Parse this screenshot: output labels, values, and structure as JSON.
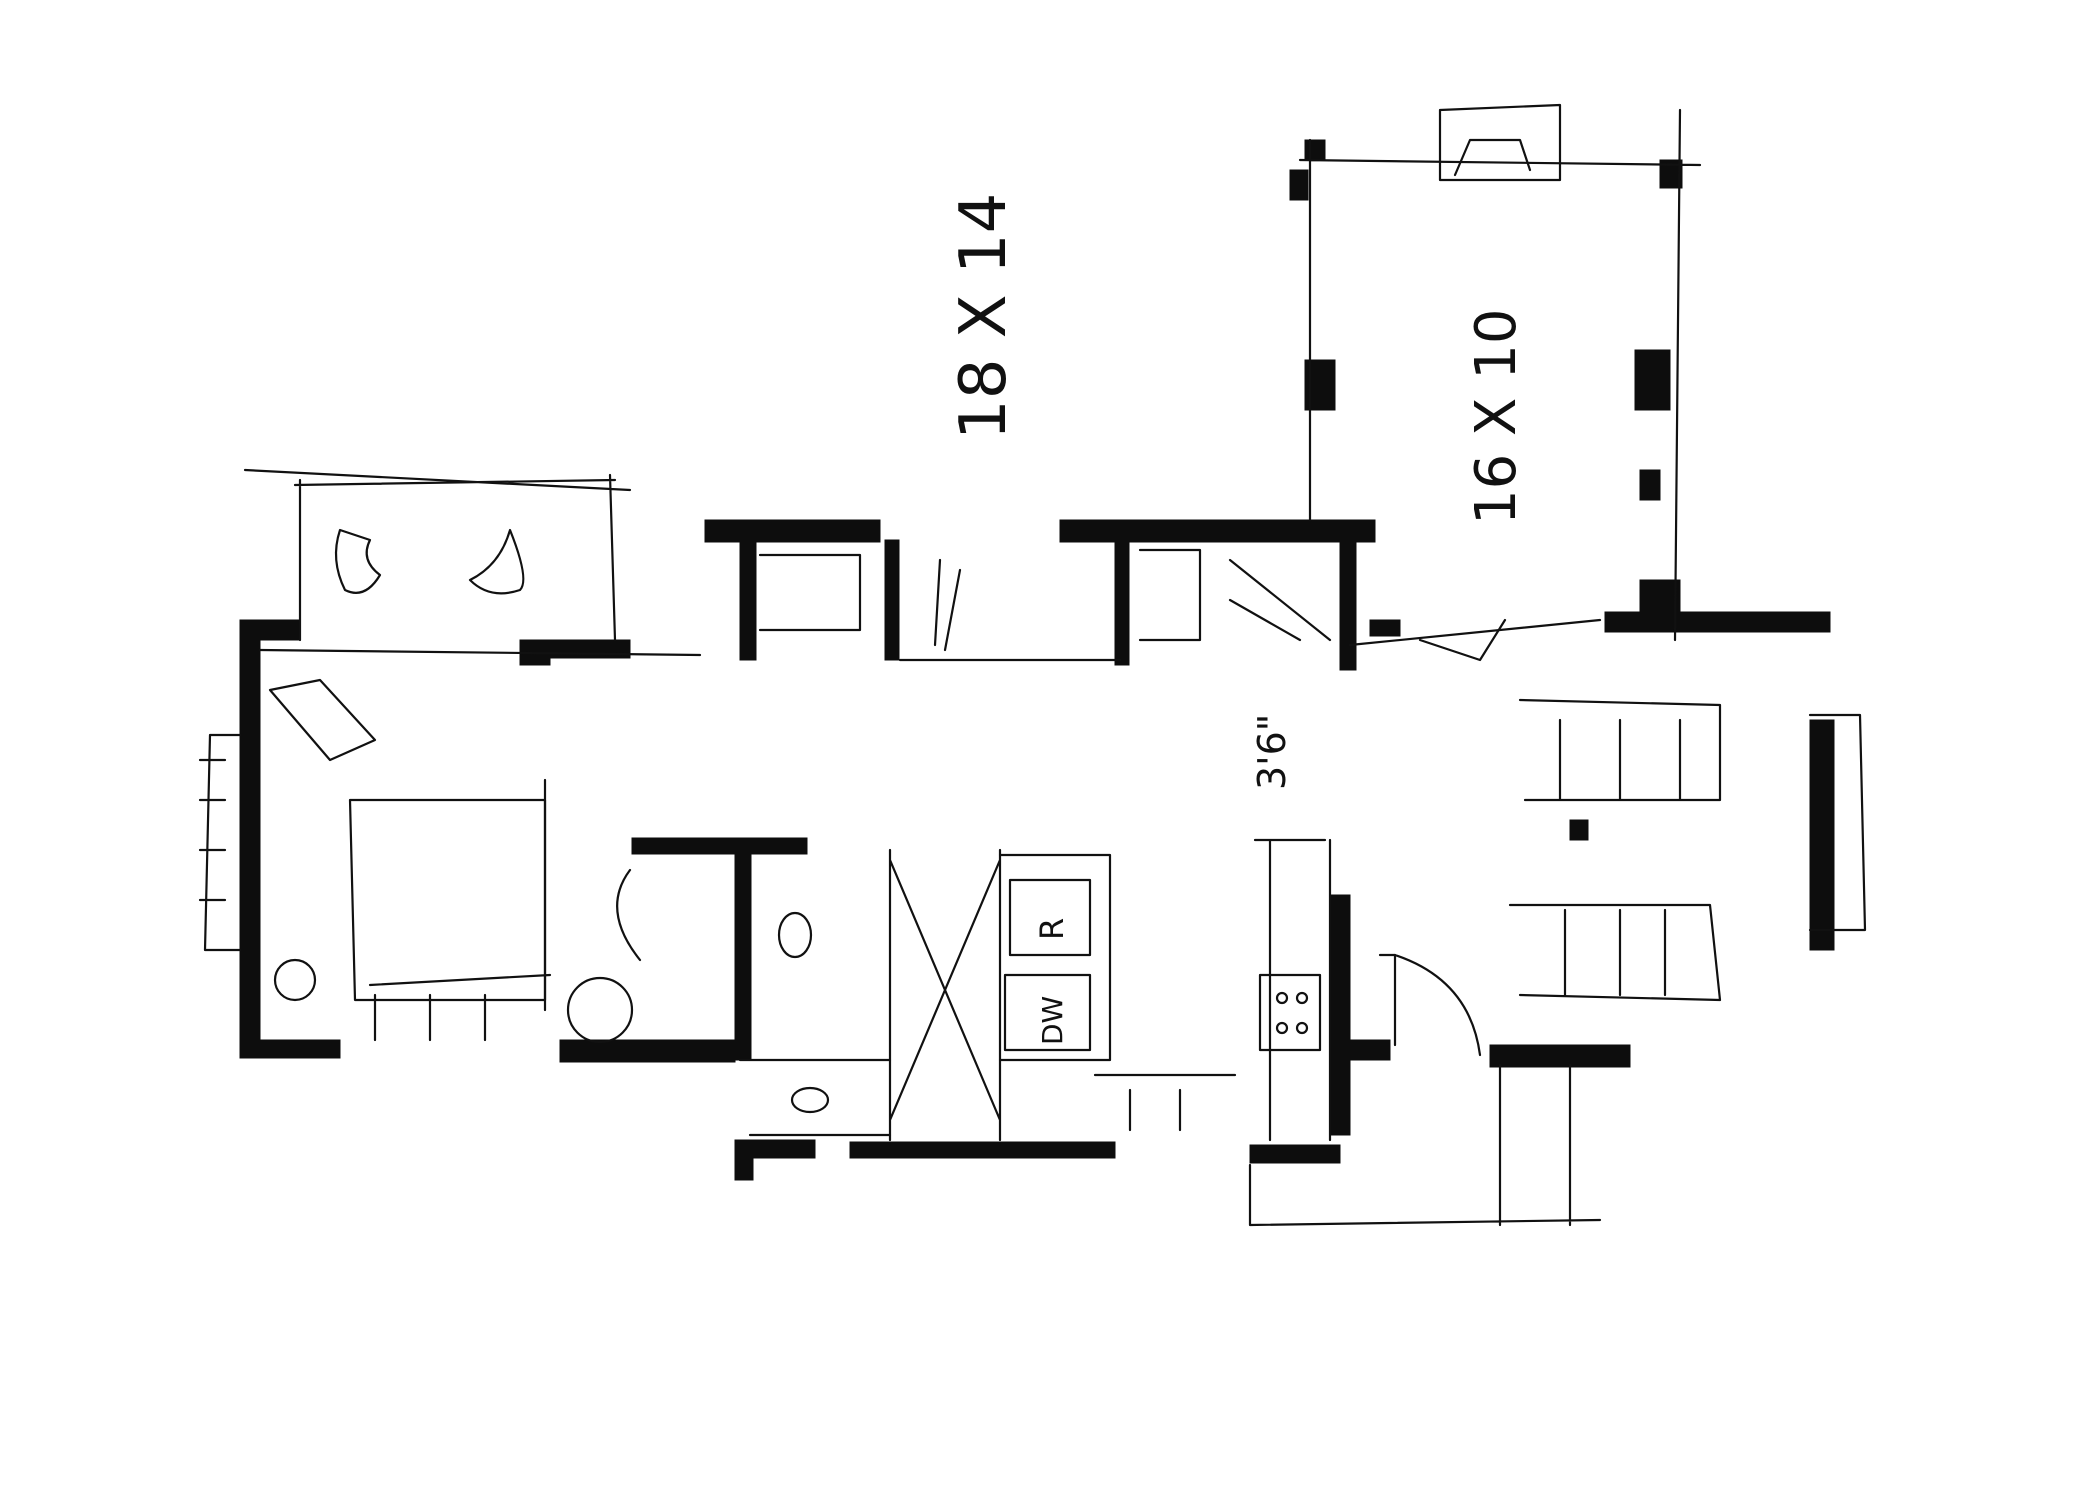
{
  "sketch": {
    "labels": {
      "porch_dimension": "18 X 14",
      "screened_porch_dimension": "16 X 10",
      "hall_dimension": "3'6\"",
      "dishwasher": "DW",
      "refrigerator": "R"
    }
  }
}
